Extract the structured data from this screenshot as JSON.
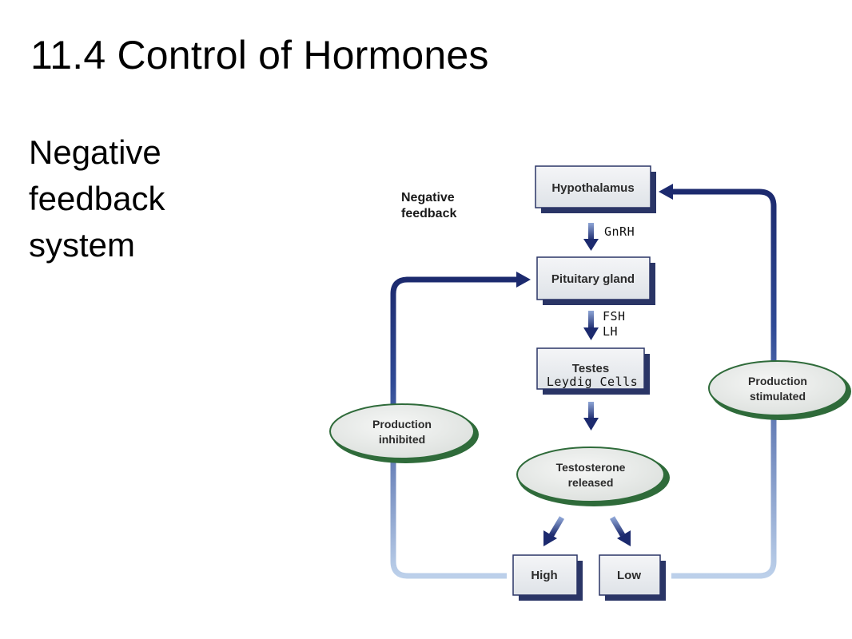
{
  "slide": {
    "title": "11.4  Control of Hormones",
    "subtitle": [
      "Negative",
      "feedback",
      "system"
    ]
  },
  "diagram": {
    "label": [
      "Negative",
      "feedback"
    ],
    "boxes": {
      "hypothalamus": "Hypothalamus",
      "pituitary": "Pituitary gland",
      "testes": "Testes",
      "high": "High",
      "low": "Low"
    },
    "handwritten": {
      "gnrh": "GnRH",
      "fsh": "FSH",
      "lh": "LH",
      "leydig": "Leydig Cells"
    },
    "ellipses": {
      "testosterone": [
        "Testosterone",
        "released"
      ],
      "inhibited": [
        "Production",
        "inhibited"
      ],
      "stimulated": [
        "Production",
        "stimulated"
      ]
    },
    "colors": {
      "arrow": "#1c2a6e",
      "arrow_light": "#b8cce6",
      "ellipse_border": "#2f6b3a",
      "ellipse_fill": "#eef0ef",
      "box_fill": "#eef0f2",
      "box_shadow": "#2a3566"
    }
  }
}
